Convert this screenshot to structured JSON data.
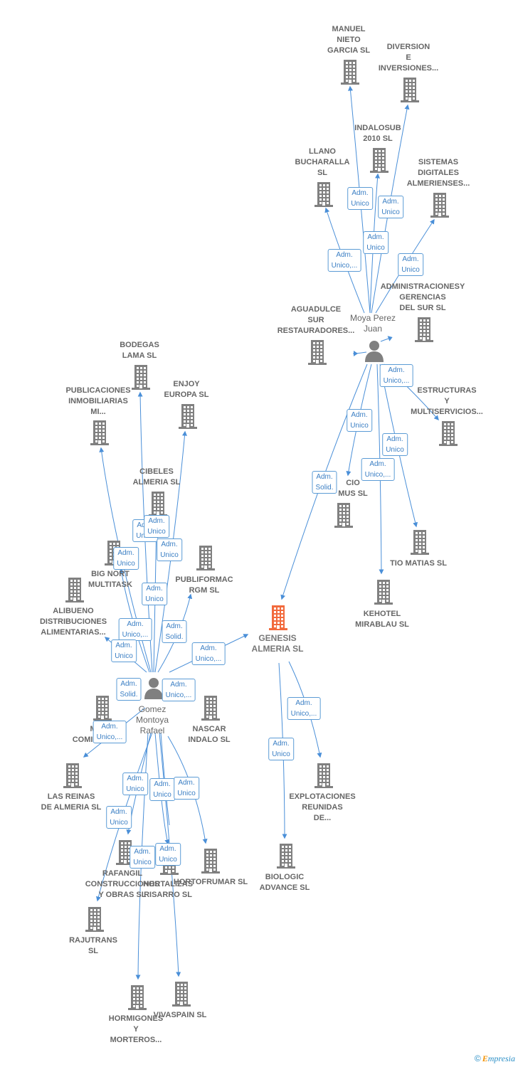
{
  "colors": {
    "edge": "#4a8fd8",
    "building": "#808080",
    "main_building": "#f26a3d",
    "person": "#808080"
  },
  "copyright": {
    "symbol": "©",
    "brand_e": "E",
    "brand_rest": "mpresia"
  },
  "nodes": [
    {
      "id": "genesis",
      "type": "main",
      "lines": [
        "GENESIS",
        "ALMERIA  SL"
      ]
    },
    {
      "id": "moya",
      "type": "person",
      "lines": [
        "Moya Perez",
        "Juan"
      ]
    },
    {
      "id": "gomez",
      "type": "person",
      "lines": [
        "Gomez",
        "Montoya",
        "Rafael"
      ]
    },
    {
      "id": "manuel",
      "type": "company",
      "lines": [
        "MANUEL",
        "NIETO",
        "GARCIA SL"
      ]
    },
    {
      "id": "diversion",
      "type": "company",
      "lines": [
        "DIVERSION",
        "E",
        "INVERSIONES..."
      ]
    },
    {
      "id": "indalosub",
      "type": "company",
      "lines": [
        "INDALOSUB",
        "2010 SL"
      ]
    },
    {
      "id": "llano",
      "type": "company",
      "lines": [
        "LLANO",
        "BUCHARALLA",
        "SL"
      ]
    },
    {
      "id": "sistemas",
      "type": "company",
      "lines": [
        "SISTEMAS",
        "DIGITALES",
        "ALMERIENSES..."
      ]
    },
    {
      "id": "administraciones",
      "type": "company",
      "lines": [
        "ADMINISTRACIONESY",
        "GERENCIAS",
        "DEL SUR  SL"
      ]
    },
    {
      "id": "aguadulce",
      "type": "company",
      "lines": [
        "AGUADULCE",
        "SUR",
        "RESTAURADORES..."
      ]
    },
    {
      "id": "estructuras",
      "type": "company",
      "lines": [
        "ESTRUCTURAS",
        "Y",
        "MULTISERVICIOS..."
      ]
    },
    {
      "id": "ecio",
      "type": "company",
      "lines": [
        "CIO",
        "MUS  SL"
      ]
    },
    {
      "id": "tiomatias",
      "type": "company",
      "lines": [
        "TIO MATIAS SL"
      ]
    },
    {
      "id": "kehotel",
      "type": "company",
      "lines": [
        "KEHOTEL",
        "MIRABLAU SL"
      ]
    },
    {
      "id": "bodegas",
      "type": "company",
      "lines": [
        "BODEGAS",
        "LAMA SL"
      ]
    },
    {
      "id": "enjoy",
      "type": "company",
      "lines": [
        "ENJOY",
        "EUROPA SL"
      ]
    },
    {
      "id": "publicaciones",
      "type": "company",
      "lines": [
        "PUBLICACIONES",
        "INMOBILIARIAS",
        "MI..."
      ]
    },
    {
      "id": "cibeles",
      "type": "company",
      "lines": [
        "CIBELES",
        "ALMERIA SL"
      ]
    },
    {
      "id": "bignort",
      "type": "company",
      "lines": [
        "BIG NORT",
        "MULTITASK"
      ]
    },
    {
      "id": "publiformac",
      "type": "company",
      "lines": [
        "PUBLIFORMAC",
        "RGM SL"
      ]
    },
    {
      "id": "alibueno",
      "type": "company",
      "lines": [
        "ALIBUENO",
        "DISTRIBUCIONES",
        "ALIMENTARIAS..."
      ]
    },
    {
      "id": "comillas",
      "type": "company",
      "lines": [
        "MA",
        "COMILLAS..."
      ]
    },
    {
      "id": "nascar",
      "type": "company",
      "lines": [
        "NASCAR",
        "INDALO  SL"
      ]
    },
    {
      "id": "lasreinas",
      "type": "company",
      "lines": [
        "LAS REINAS",
        "DE ALMERIA SL"
      ]
    },
    {
      "id": "rafangil",
      "type": "company",
      "lines": [
        "RAFANGIL",
        "CONSTRUCCIONES",
        "Y OBRAS  SL"
      ]
    },
    {
      "id": "hostalizas",
      "type": "company",
      "lines": [
        "HORTALIZAS",
        "RISARRO  SL"
      ]
    },
    {
      "id": "hortofrumar",
      "type": "company",
      "lines": [
        "HORTOFRUMAR SL"
      ]
    },
    {
      "id": "rajutrans",
      "type": "company",
      "lines": [
        "RAJUTRANS",
        "SL"
      ]
    },
    {
      "id": "hormigones",
      "type": "company",
      "lines": [
        "HORMIGONES",
        "Y",
        "MORTEROS..."
      ]
    },
    {
      "id": "vivaspain",
      "type": "company",
      "lines": [
        "VIVASPAIN SL"
      ]
    },
    {
      "id": "explotaciones",
      "type": "company",
      "lines": [
        "EXPLOTACIONES",
        "REUNIDAS",
        "DE..."
      ]
    },
    {
      "id": "biologic",
      "type": "company",
      "lines": [
        "BIOLOGIC",
        "ADVANCE  SL"
      ]
    }
  ],
  "tags": [
    {
      "lines": [
        "Adm.",
        "Unico"
      ]
    },
    {
      "lines": [
        "Adm.",
        "Unico"
      ]
    },
    {
      "lines": [
        "Adm.",
        "Unico"
      ]
    },
    {
      "lines": [
        "Adm.",
        "Unico,..."
      ]
    },
    {
      "lines": [
        "Adm.",
        "Unico"
      ]
    },
    {
      "lines": [
        "Adm.",
        "Unico,..."
      ]
    },
    {
      "lines": [
        "Adm.",
        "Unico"
      ]
    },
    {
      "lines": [
        "Adm.",
        "Unico"
      ]
    },
    {
      "lines": [
        "Adm.",
        "Unico,..."
      ]
    },
    {
      "lines": [
        "Adm.",
        "Solid."
      ]
    },
    {
      "lines": [
        "Adm.",
        "Unico"
      ]
    },
    {
      "lines": [
        "Adm.",
        "Unico"
      ]
    },
    {
      "lines": [
        "Adm.",
        "Unico"
      ]
    },
    {
      "lines": [
        "Adm.",
        "Unico"
      ]
    },
    {
      "lines": [
        "Adm.",
        "Unico,..."
      ]
    },
    {
      "lines": [
        "Adm.",
        "Solid."
      ]
    },
    {
      "lines": [
        "Adm.",
        "Unico"
      ]
    },
    {
      "lines": [
        "Adm.",
        "Unico,..."
      ]
    },
    {
      "lines": [
        "Adm.",
        "Solid."
      ]
    },
    {
      "lines": [
        "Adm.",
        "Unico,..."
      ]
    },
    {
      "lines": [
        "Adm.",
        "Unico,..."
      ]
    },
    {
      "lines": [
        "Adm.",
        "Unico,..."
      ]
    },
    {
      "lines": [
        "Adm.",
        "Unico"
      ]
    },
    {
      "lines": [
        "Adm.",
        "Unico"
      ]
    },
    {
      "lines": [
        "Adm.",
        "Unico"
      ]
    },
    {
      "lines": [
        "Adm.",
        "Unico"
      ]
    },
    {
      "lines": [
        "Adm.",
        "Unico"
      ]
    },
    {
      "lines": [
        "Adm.",
        "Unico"
      ]
    },
    {
      "lines": [
        "Adm.",
        "Unico"
      ]
    },
    {
      "lines": [
        "Adm.",
        "Unico"
      ]
    }
  ]
}
